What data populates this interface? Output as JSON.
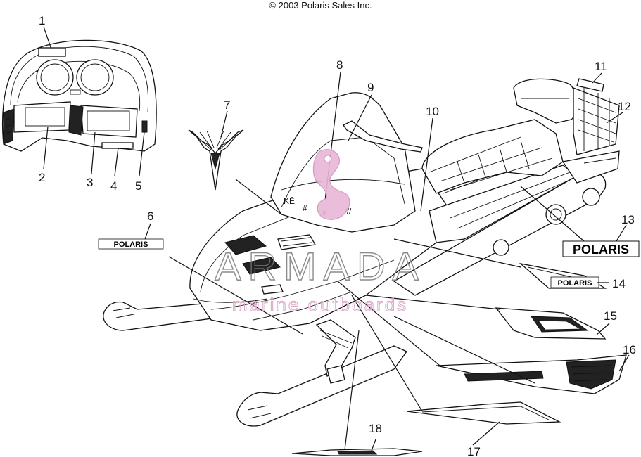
{
  "header": {
    "copyright": "© 2003 Polaris Sales Inc."
  },
  "watermark": {
    "brand": "ARMADA",
    "tagline": "marine outboards",
    "logo_icon": "seahorse-logo-icon"
  },
  "decals": {
    "polaris_small": "POLARIS",
    "polaris_large": "POLARIS",
    "polaris_14": "POLARIS"
  },
  "callouts": [
    "1",
    "2",
    "3",
    "4",
    "5",
    "6",
    "7",
    "8",
    "9",
    "10",
    "11",
    "12",
    "13",
    "14",
    "15",
    "16",
    "17",
    "18"
  ],
  "colors": {
    "line": "#111111",
    "watermark_pink": "#d9a9c8",
    "watermark_gray": "#777777"
  }
}
